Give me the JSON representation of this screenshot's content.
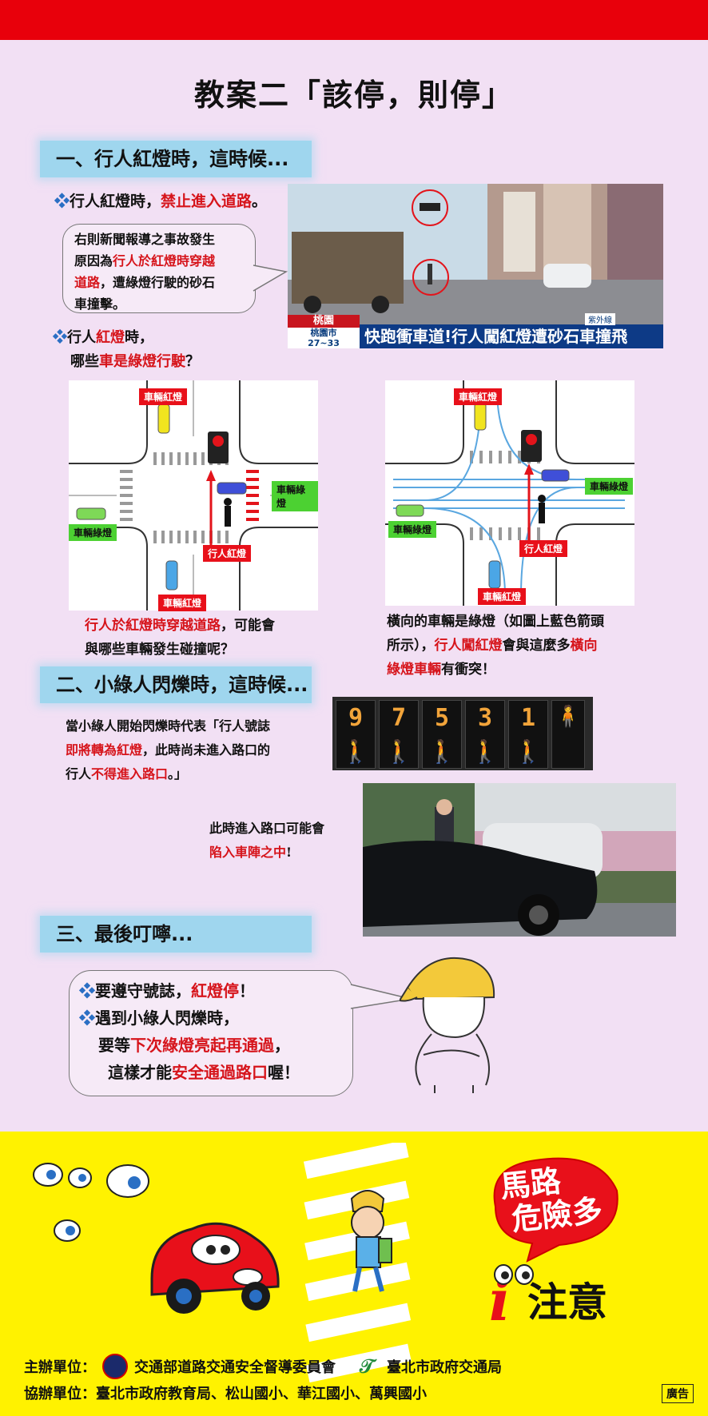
{
  "title": "教案二「該停，則停」",
  "sec1": {
    "heading": "一、行人紅燈時，這時候...",
    "b1_pre": "行人紅燈時，",
    "b1_red": "禁止進入道路",
    "b1_post": "。",
    "bubble_l1": "右則新聞報導之事故發生",
    "bubble_l2_pre": "原因為",
    "bubble_l2_red": "行人於紅燈時穿越",
    "bubble_l3_red": "道路",
    "bubble_l3_post": "，遭綠燈行駛的砂石",
    "bubble_l4": "車撞擊。",
    "news_loc": "桃園",
    "news_city": "桃園市",
    "news_temp": "27~33",
    "news_headline": "快跑衝車道!行人闖紅燈遭砂石車撞飛",
    "news_uv": "紫外線",
    "b2_pre": "行人",
    "b2_red": "紅燈",
    "b2_post": "時，",
    "b2_l2_pre": "哪些",
    "b2_l2_red": "車是綠燈行駛",
    "b2_l2_post": "？",
    "diagram": {
      "car_red": "車輛紅燈",
      "car_green": "車輛綠燈",
      "ped_red": "行人紅燈"
    },
    "cap_left_red": "行人於紅燈時穿越道路",
    "cap_left_post": "，可能會",
    "cap_left_l2": "與哪些車輛發生碰撞呢？",
    "cap_right_l1": "橫向的車輛是綠燈（如圖上藍色箭頭",
    "cap_right_l2_pre": "所示），",
    "cap_right_l2_red": "行人闖紅燈",
    "cap_right_l2_mid": "會與這麼多",
    "cap_right_l2_red2": "橫向",
    "cap_right_l3_red": "綠燈車輛",
    "cap_right_l3_post": "有衝突！"
  },
  "sec2": {
    "heading": "二、小綠人閃爍時，這時候...",
    "l1": "當小綠人開始閃爍時代表「行人號誌",
    "l2_red": "即將轉為紅燈",
    "l2_post": "，此時尚未進入路口的",
    "l3_pre": "行人",
    "l3_red": "不得進入路口",
    "l3_post": "。」",
    "countdown": [
      "9",
      "7",
      "5",
      "3",
      "1"
    ],
    "note_l1": "此時進入路口可能會",
    "note_l2_red": "陷入車陣之中",
    "note_l2_post": "!"
  },
  "sec3": {
    "heading": "三、最後叮嚀...",
    "l1_pre": "要遵守號誌，",
    "l1_red": "紅燈停",
    "l1_post": "！",
    "l2": "遇到小綠人閃爍時，",
    "l3_pre": "要等",
    "l3_red": "下次綠燈亮起再通過",
    "l3_post": "，",
    "l4_pre": "這樣才能",
    "l4_red": "安全通過路口",
    "l4_post": "喔！"
  },
  "banner": {
    "slogan1": "馬路",
    "slogan2": "危險多",
    "i": "i",
    "attention": "注意"
  },
  "footer": {
    "host_label": "主辦單位：",
    "host1": "交通部道路交通安全督導委員會",
    "host2": "臺北市政府交通局",
    "co_label": "協辦單位：",
    "co": "臺北市政府教育局、松山國小、華江國小、萬興國小",
    "ad": "廣告"
  },
  "colors": {
    "red": "#d6141b",
    "section_bar": "#9fd6ee",
    "banner_yellow": "#fff200",
    "top_bar": "#e8000b"
  }
}
